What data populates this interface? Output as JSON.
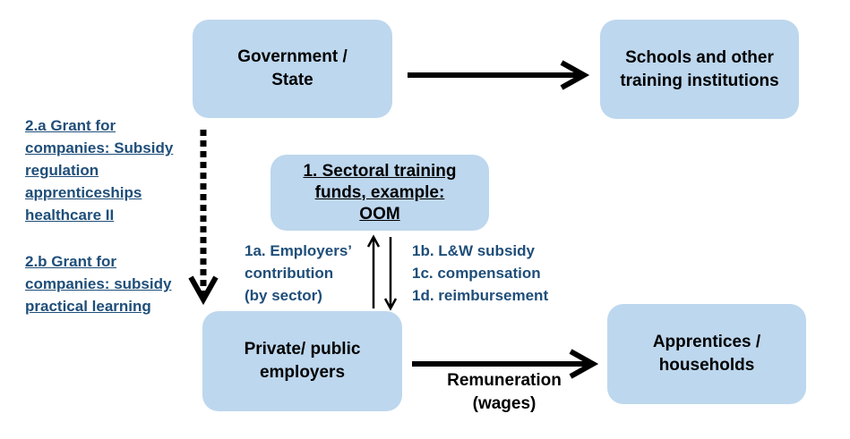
{
  "nodes": {
    "government": [
      "Government /",
      "State"
    ],
    "schools": [
      "Schools and other",
      "training institutions"
    ],
    "sectoral": [
      "1. Sectoral training",
      "funds, example:",
      "OOM"
    ],
    "employers": [
      "Private/ public",
      "employers"
    ],
    "apprentices": [
      "Apprentices /",
      "households"
    ]
  },
  "grants": {
    "a": [
      "2.a Grant for",
      "companies:  Subsidy",
      "regulation",
      "apprenticeships",
      "healthcare II"
    ],
    "b": [
      "2.b Grant for",
      "companies: subsidy",
      "practical learning"
    ]
  },
  "flows": {
    "up": [
      "1a. Employers’",
      "contribution",
      "(by sector)"
    ],
    "down": [
      "1b. L&W subsidy",
      "1c. compensation",
      "1d. reimbursement"
    ],
    "wages": [
      "Remuneration",
      "(wages)"
    ]
  },
  "colors": {
    "box": "#bdd7ee",
    "text_blue": "#1f4e79"
  }
}
